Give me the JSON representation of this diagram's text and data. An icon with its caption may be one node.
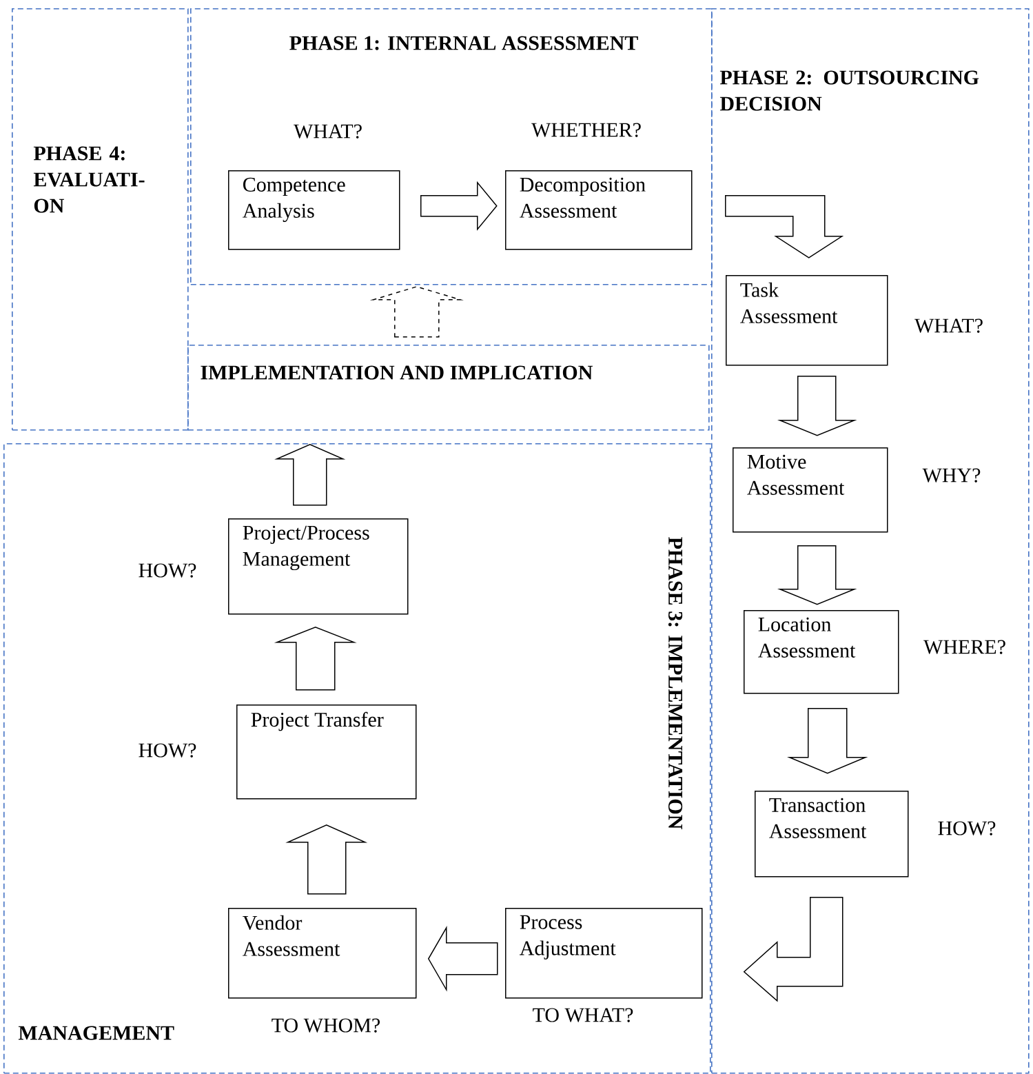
{
  "diagram": {
    "nodes": [
      {
        "text": [
          "PHASE 4: EVALUATI- ON"
        ]
      },
      {
        "text": [
          "PHASE 1: INTERNAL ASSESSMENT"
        ]
      },
      {
        "text": [
          "Competence Analysis"
        ],
        "in": 1,
        "beside": [
          "WHAT?"
        ]
      },
      {
        "text": [
          "Decomposition Assessment"
        ],
        "in": 1,
        "beside": [
          "WHETHER?"
        ]
      },
      {
        "text": [
          "PHASE 2: OUTSOURCING DECISION"
        ]
      },
      {
        "text": [
          "Task Assessment"
        ],
        "in": 4,
        "beside": [
          "WHAT?"
        ]
      },
      {
        "text": [
          "Motive Assessment"
        ],
        "in": 4,
        "beside": [
          "WHY?"
        ]
      },
      {
        "text": [
          "Location Assessment"
        ],
        "in": 4,
        "beside": [
          "WHERE?"
        ]
      },
      {
        "text": [
          "Transaction Assessment"
        ],
        "in": 4,
        "beside": [
          "HOW?"
        ]
      },
      {
        "text": [
          "IMPLEMENTATION AND IMPLICATION"
        ]
      },
      {
        "text": [
          "PHASE 3: IMPLEMENTATION",
          "MANAGEMENT"
        ]
      },
      {
        "text": [
          "Project/Process Management"
        ],
        "in": 10,
        "beside": [
          "HOW?"
        ]
      },
      {
        "text": [
          "Project Transfer"
        ],
        "in": 10,
        "beside": [
          "HOW?"
        ]
      },
      {
        "text": [
          "Vendor Assessment"
        ],
        "in": 10,
        "beside": [
          "TO WHOM?"
        ]
      },
      {
        "text": [
          "Process Adjustment"
        ],
        "in": 10,
        "beside": [
          "TO WHAT?"
        ]
      }
    ],
    "edges": [
      {
        "from": 2,
        "to": 3,
        "arrow": "to"
      },
      {
        "from": 3,
        "to": 5,
        "arrow": "to"
      },
      {
        "from": 5,
        "to": 6,
        "arrow": "to"
      },
      {
        "from": 6,
        "to": 7,
        "arrow": "to"
      },
      {
        "from": 7,
        "to": 8,
        "arrow": "to"
      },
      {
        "from": 8,
        "to": 14,
        "arrow": "to"
      },
      {
        "from": 14,
        "to": 13,
        "arrow": "to"
      },
      {
        "from": 13,
        "to": 12,
        "arrow": "to"
      },
      {
        "from": 12,
        "to": 11,
        "arrow": "to"
      },
      {
        "from": 11,
        "to": 9,
        "arrow": "to"
      },
      {
        "from": 9,
        "to": 1,
        "arrow": "to",
        "style": "dashed"
      }
    ]
  }
}
